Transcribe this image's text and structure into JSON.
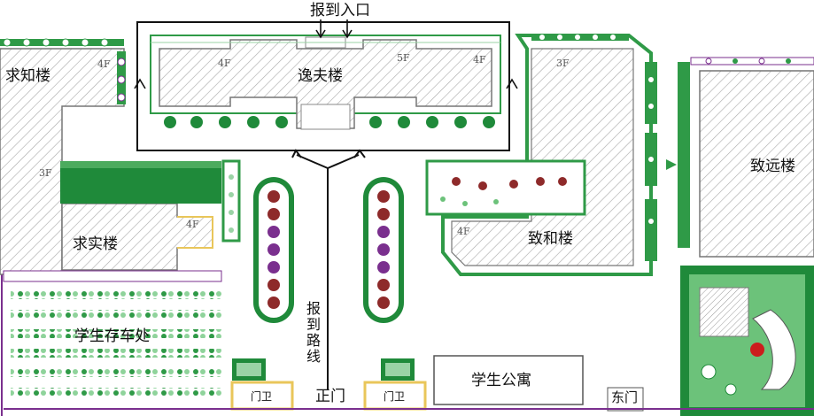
{
  "map": {
    "title_entrance": "报到入口",
    "route_label": "报到路线",
    "main_gate": "正门",
    "east_gate": "东门",
    "guard_left": "门卫",
    "guard_right": "门卫"
  },
  "buildings": {
    "yifu": {
      "name": "逸夫楼",
      "floor_left": "4F",
      "floor_right_a": "5F",
      "floor_right_b": "4F"
    },
    "qiuzhi": {
      "name": "求知楼",
      "floor": "4F",
      "floor_side": "3F"
    },
    "qiushi": {
      "name": "求实楼",
      "floor": "4F"
    },
    "zhihe": {
      "name": "致和楼",
      "floor": "4F",
      "floor_top": "3F"
    },
    "zhiyuan": {
      "name": "致远楼"
    },
    "dorm": {
      "name": "学生公寓"
    },
    "bikes": {
      "name": "学生存车处"
    }
  },
  "colors": {
    "green_dark": "#1f8a3a",
    "green_light": "#6cc27a",
    "purple": "#7a2f8e",
    "maroon": "#8e2a2a",
    "yellow_outline": "#f0d060",
    "hatch": "#9a9a9a"
  }
}
